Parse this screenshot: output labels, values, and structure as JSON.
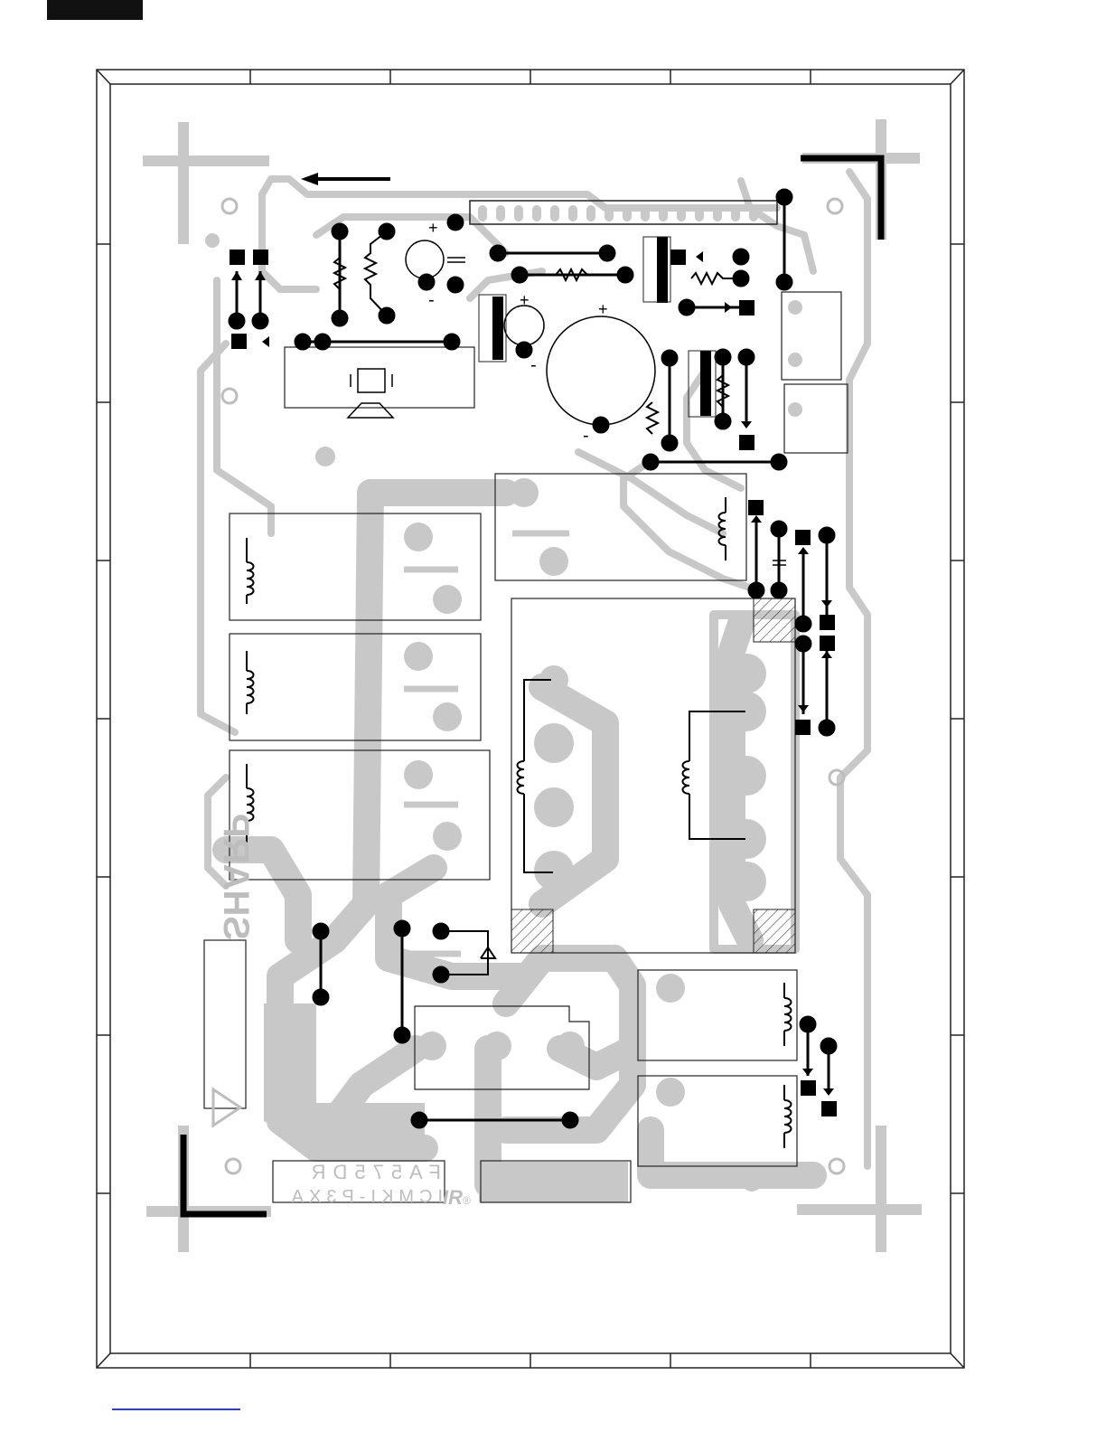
{
  "pcb": {
    "brand_label": "SHARP",
    "model_label": "FA575DR",
    "part_label": "ICMKI-P3XA",
    "maker_logo": "IR",
    "registered_mark": "®"
  },
  "colors": {
    "trace": "#c8c8c8",
    "component": "#000000",
    "outline": "#222222",
    "header_block": "#111111",
    "footer_link": "#2a3fd6"
  },
  "icons": [
    "arrow-left-icon",
    "resistor-icon",
    "capacitor-icon",
    "diode-icon",
    "coil-icon",
    "relay-icon",
    "buzzer-icon",
    "registration-mark-icon"
  ]
}
